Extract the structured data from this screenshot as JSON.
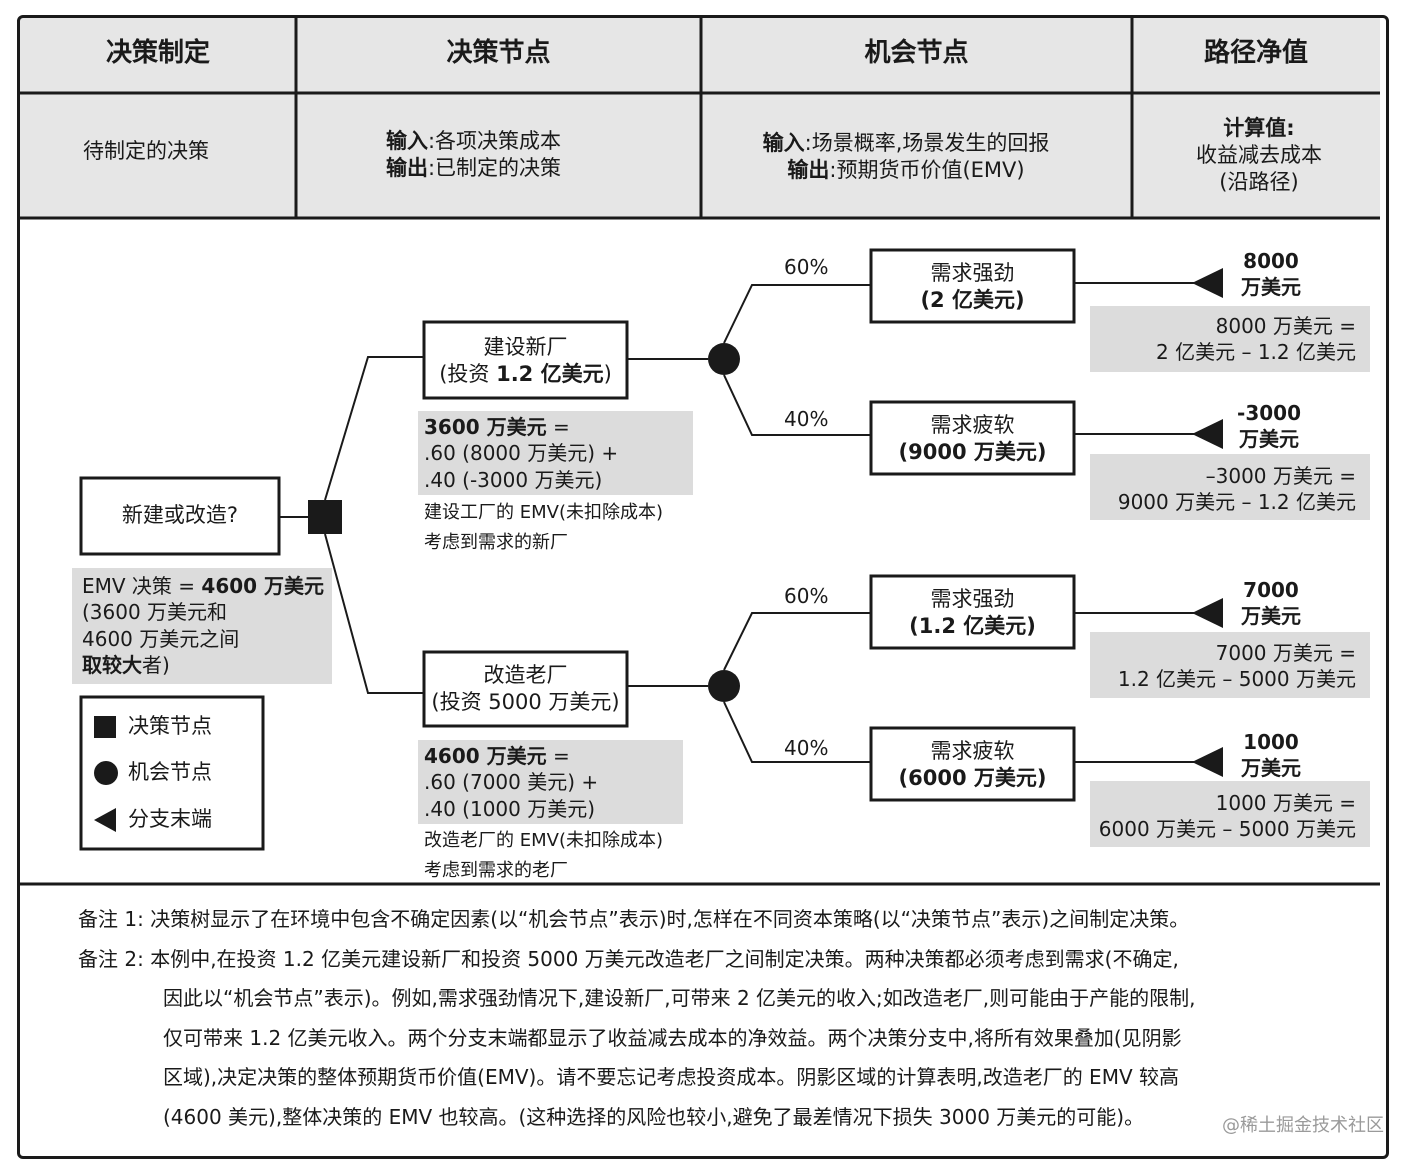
{
  "header": {
    "col1_title": "决策制定",
    "col2_title": "决策节点",
    "col3_title": "机会节点",
    "col4_title": "路径净值",
    "col1_desc": "待制定的决策",
    "col2_in_label": "输入",
    "col2_in_text": ":各项决策成本",
    "col2_out_label": "输出",
    "col2_out_text": ":已制定的决策",
    "col3_in_label": "输入",
    "col3_in_text": ":场景概率,场景发生的回报",
    "col3_out_label": "输出",
    "col3_out_text": ":预期货币价值(EMV)",
    "col4_line1": "计算值:",
    "col4_line2": "收益减去成本",
    "col4_line3": "(沿路径)"
  },
  "decision": {
    "question": "新建或改造?",
    "emv_prefix": "EMV 决策 = ",
    "emv_value": "4600 万美元",
    "emv_line2": "(3600 万美元和",
    "emv_line3": "4600 万美元之间",
    "emv_line4_bold": "取较大",
    "emv_line4_rest": "者)"
  },
  "branches": {
    "new": {
      "title": "建设新厂",
      "invest_prefix": "(投资 ",
      "invest_value": "1.2 亿美元",
      "invest_suffix": ")",
      "calc_bold": "3600 万美元",
      "calc_eq": " =",
      "calc_line2": ".60 (8000 万美元) +",
      "calc_line3": ".40 (-3000 万美元)",
      "note1": "建设工厂的 EMV(未扣除成本)",
      "note2": "考虑到需求的新厂"
    },
    "old": {
      "title": "改造老厂",
      "invest": "(投资 5000 万美元)",
      "calc_bold": "4600 万美元",
      "calc_eq": " =",
      "calc_line2": ".60 (7000 美元) +",
      "calc_line3": ".40 (1000 万美元)",
      "note1": "改造老厂的 EMV(未扣除成本)",
      "note2": "考虑到需求的老厂"
    }
  },
  "outcomes": [
    {
      "pct": "60%",
      "name": "需求强劲",
      "value": "(2 亿美元)",
      "end1": "8000",
      "end2": "万美元",
      "calc1": "8000 万美元 =",
      "calc2": "2 亿美元 – 1.2 亿美元"
    },
    {
      "pct": "40%",
      "name": "需求疲软",
      "value": "(9000 万美元)",
      "end1": "-3000",
      "end2": "万美元",
      "calc1": "–3000 万美元 =",
      "calc2": "9000 万美元 – 1.2 亿美元"
    },
    {
      "pct": "60%",
      "name": "需求强劲",
      "value": "(1.2 亿美元)",
      "end1": "7000",
      "end2": "万美元",
      "calc1": "7000 万美元 =",
      "calc2": "1.2 亿美元 – 5000 万美元"
    },
    {
      "pct": "40%",
      "name": "需求疲软",
      "value": "(6000 万美元)",
      "end1": "1000",
      "end2": "万美元",
      "calc1": "1000 万美元 =",
      "calc2": "6000 万美元 – 5000 万美元"
    }
  ],
  "legend": {
    "decision_node": "决策节点",
    "chance_node": "机会节点",
    "branch_end": "分支末端"
  },
  "notes": {
    "note1_label": "备注 1",
    "note1_text": ": 决策树显示了在环境中包含不确定因素(以“机会节点”表示)时,怎样在不同资本策略(以“决策节点”表示)之间制定决策。",
    "note2_label": "备注 2",
    "note2_line1": ": 本例中,在投资 1.2 亿美元建设新厂和投资 5000 万美元改造老厂之间制定决策。两种决策都必须考虑到需求(不确定,",
    "note2_line2": "因此以“机会节点”表示)。例如,需求强劲情况下,建设新厂,可带来 2 亿美元的收入;如改造老厂,则可能由于产能的限制,",
    "note2_line3": "仅可带来 1.2 亿美元收入。两个分支末端都显示了收益减去成本的净效益。两个决策分支中,将所有效果叠加(见阴影",
    "note2_line4": "区域),决定决策的整体预期货币价值(EMV)。请不要忘记考虑投资成本。阴影区域的计算表明,改造老厂的 EMV 较高",
    "note2_line5": "(4600 美元),整体决策的 EMV 也较高。(这种选择的风险也较小,避免了最差情况下损失 3000 万美元的可能)。"
  },
  "watermark": "@稀土掘金技术社区",
  "colors": {
    "header_bg": "#e6e6e6",
    "shade": "#dcdcdc",
    "line": "#1a1a1a"
  }
}
